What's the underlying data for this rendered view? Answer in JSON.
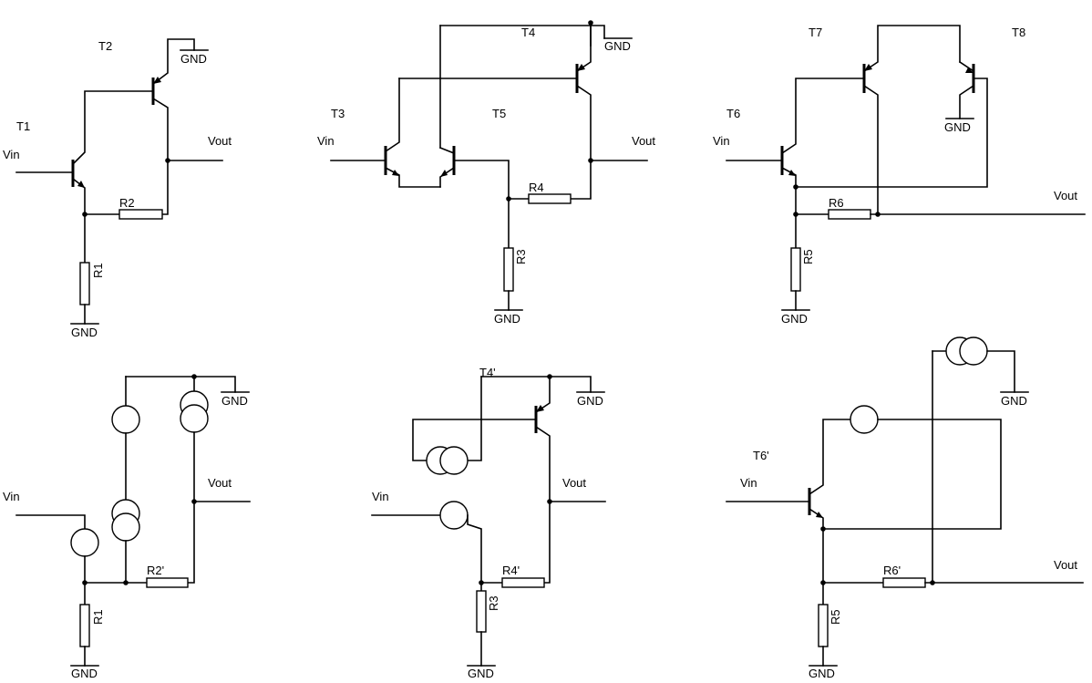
{
  "labels": {
    "vin": "Vin",
    "vout": "Vout",
    "gnd": "GND",
    "t1": "T1",
    "t2": "T2",
    "t3": "T3",
    "t4": "T4",
    "t5": "T5",
    "t6": "T6",
    "t7": "T7",
    "t8": "T8",
    "t4p": "T4'",
    "t6p": "T6'",
    "r1": "R1",
    "r2": "R2",
    "r3": "R3",
    "r4": "R4",
    "r5": "R5",
    "r6": "R6",
    "r2p": "R2'",
    "r4p": "R4'",
    "r6p": "R6'"
  }
}
